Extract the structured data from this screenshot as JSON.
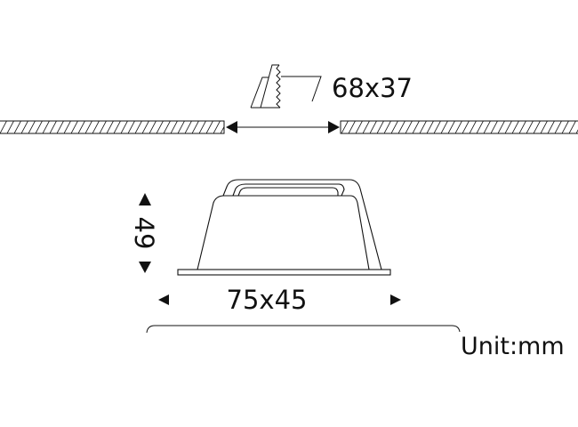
{
  "cutout_label": "68x37",
  "height_label": "49",
  "width_label": "75x45",
  "unit_label": "Unit:mm",
  "colors": {
    "line": "#111111",
    "background": "#ffffff"
  }
}
